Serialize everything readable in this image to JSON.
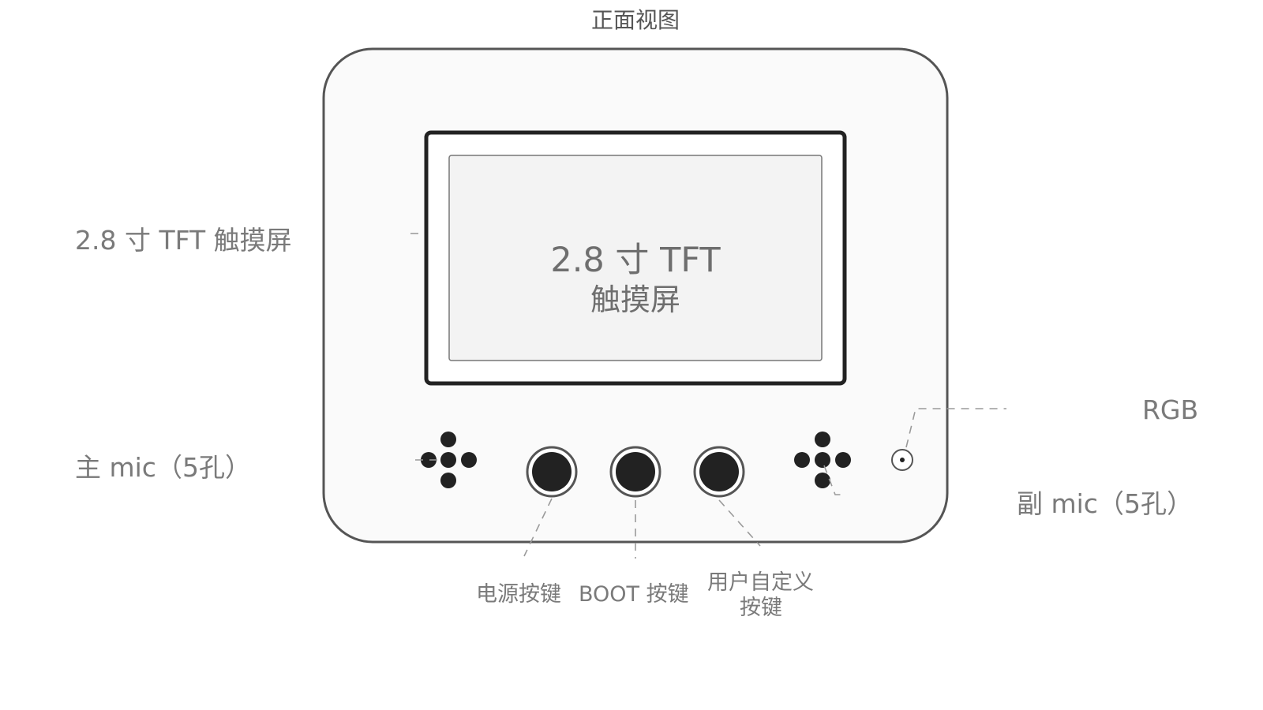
{
  "title": "正面视图",
  "screen": {
    "text_line1": "2.8 寸 TFT",
    "text_line2": "触摸屏"
  },
  "callouts": {
    "screen": "2.8 寸 TFT 触摸屏",
    "main_mic": "主 mic（5孔）",
    "rgb": "RGB",
    "sub_mic": "副 mic（5孔）",
    "power_button": "电源按键",
    "boot_button": "BOOT 按键",
    "user_button_line1": "用户自定义",
    "user_button_line2": "按键"
  },
  "colors": {
    "body_fill": "#fafafa",
    "outline": "#555555",
    "bezel": "#222222",
    "screen_fill": "#f3f3f3",
    "label": "#7a7a7a",
    "leader": "#9a9a9a"
  }
}
